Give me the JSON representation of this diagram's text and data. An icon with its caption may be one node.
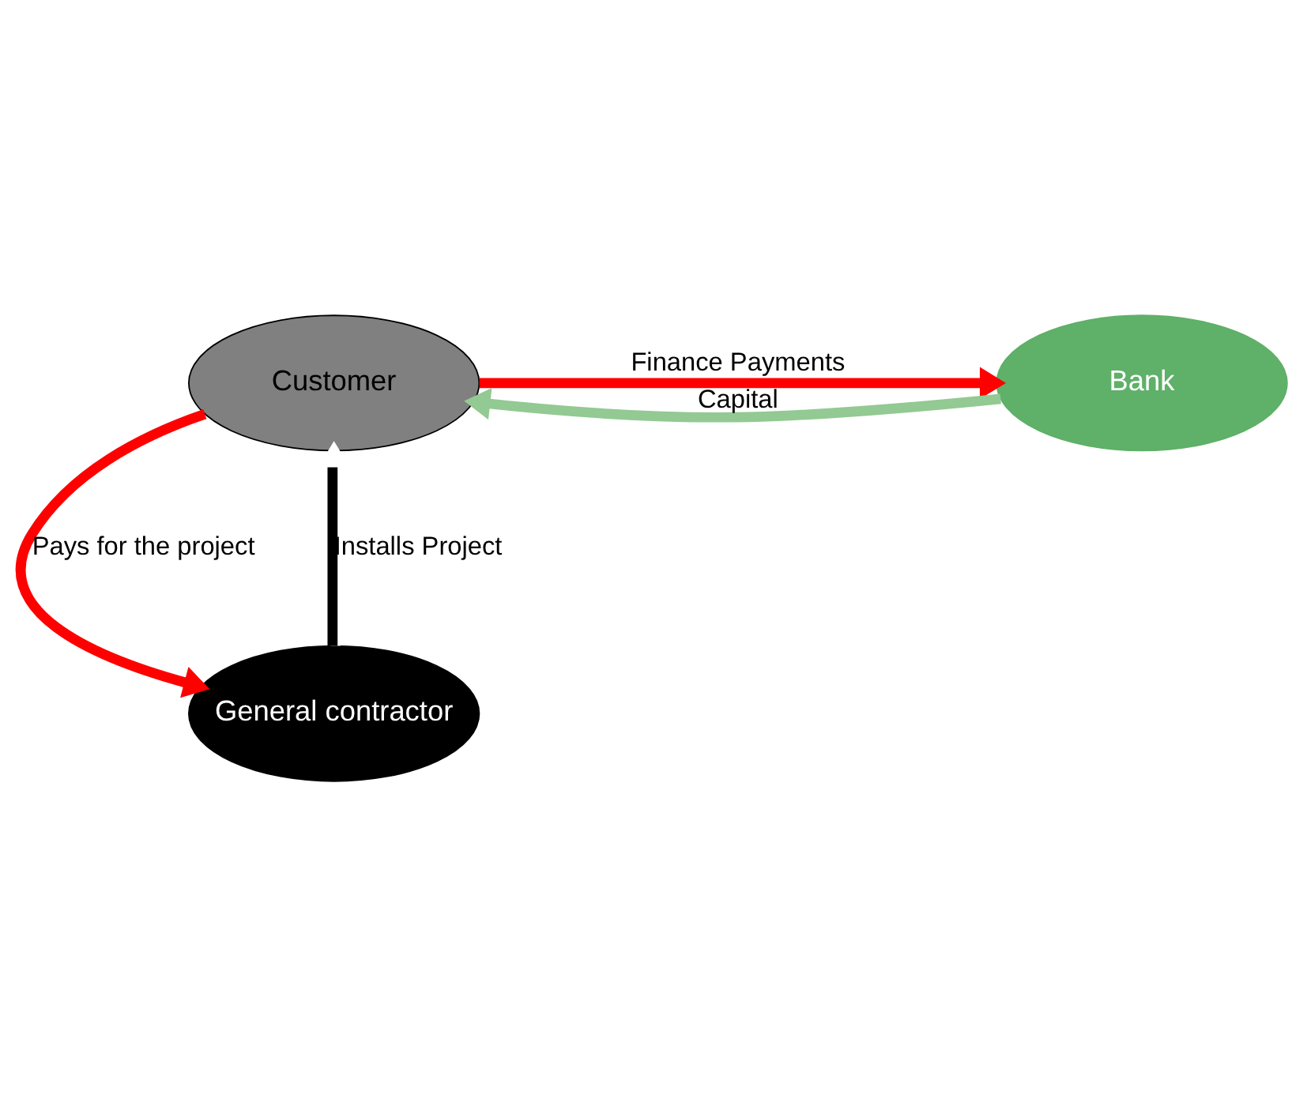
{
  "diagram": {
    "nodes": [
      {
        "text": [
          "Customer"
        ]
      },
      {
        "text": [
          "Bank"
        ]
      },
      {
        "text": [
          "General contractor"
        ]
      }
    ],
    "edges": [
      {
        "from": 1,
        "to": 0,
        "arrow": "to",
        "label": "Capital",
        "color": "#93c993"
      },
      {
        "from": 0,
        "to": 1,
        "arrow": "to",
        "label": "Finance Payments"
      },
      {
        "from": 0,
        "to": 2,
        "arrow": "to",
        "label": "Pays for the project"
      },
      {
        "from": 2,
        "to": 0,
        "arrow": "to",
        "label": "Installs Project",
        "color": "#ffffff"
      }
    ]
  }
}
